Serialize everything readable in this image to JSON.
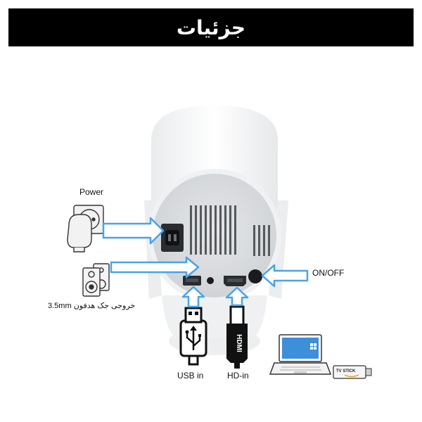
{
  "header": {
    "title": "جزئیات"
  },
  "labels": {
    "power": "Power",
    "audio": "3.5mm خروجی جک هدفون",
    "onoff": "ON/OFF",
    "usb_in": "USB in",
    "hd_in": "HD-in",
    "hdmi_text": "HDMI",
    "tv_stick": "TV STICK"
  },
  "colors": {
    "arrow_blue": "#4aa3e8",
    "header_bg": "#000000",
    "device_white": "#f4f5f6",
    "panel_gray": "#d7d9dc"
  }
}
